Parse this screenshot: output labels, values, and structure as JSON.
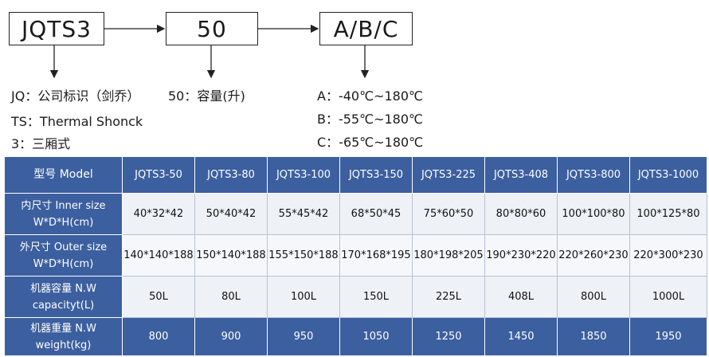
{
  "flow": {
    "box1": "JQTS3",
    "box2": "50",
    "box3": "A/B/C"
  },
  "legend": {
    "jq": "JQ：公司标识（剑乔）",
    "ts": "TS：Thermal Shonck",
    "three": "3：三厢式",
    "fifty": "50：容量(升)",
    "a": "A：-40℃~180℃",
    "b": "B：-55℃~180℃",
    "c": "C：-65℃~180℃"
  },
  "table": {
    "header_label": "型号 Model",
    "models": [
      "JQTS3-50",
      "JQTS3-80",
      "JQTS3-100",
      "JQTS3-150",
      "JQTS3-225",
      "JQTS3-408",
      "JQTS3-800",
      "JQTS3-1000"
    ],
    "rows": [
      {
        "label_line1": "内尺寸 Inner size",
        "label_line2": "W*D*H(cm)",
        "values": [
          "40*32*42",
          "50*40*42",
          "55*45*42",
          "68*50*45",
          "75*60*50",
          "80*80*60",
          "100*100*80",
          "100*125*80"
        ]
      },
      {
        "label_line1": "外尺寸 Outer size",
        "label_line2": "W*D*H(cm)",
        "values": [
          "140*140*188",
          "150*140*188",
          "155*150*188",
          "170*168*195",
          "180*198*205",
          "190*230*220",
          "220*260*230",
          "220*300*230"
        ]
      },
      {
        "label_line1": "机器容量 N.W",
        "label_line2": "capacityt(L)",
        "values": [
          "50L",
          "80L",
          "100L",
          "150L",
          "225L",
          "408L",
          "800L",
          "1000L"
        ]
      },
      {
        "label_line1": "机器重量 N.W",
        "label_line2": "weight(kg)",
        "values": [
          "800",
          "900",
          "950",
          "1050",
          "1250",
          "1450",
          "1850",
          "1950"
        ]
      }
    ]
  },
  "colors": {
    "header_blue": "#3c5f9f",
    "cell_bg": "#eef1f6"
  }
}
